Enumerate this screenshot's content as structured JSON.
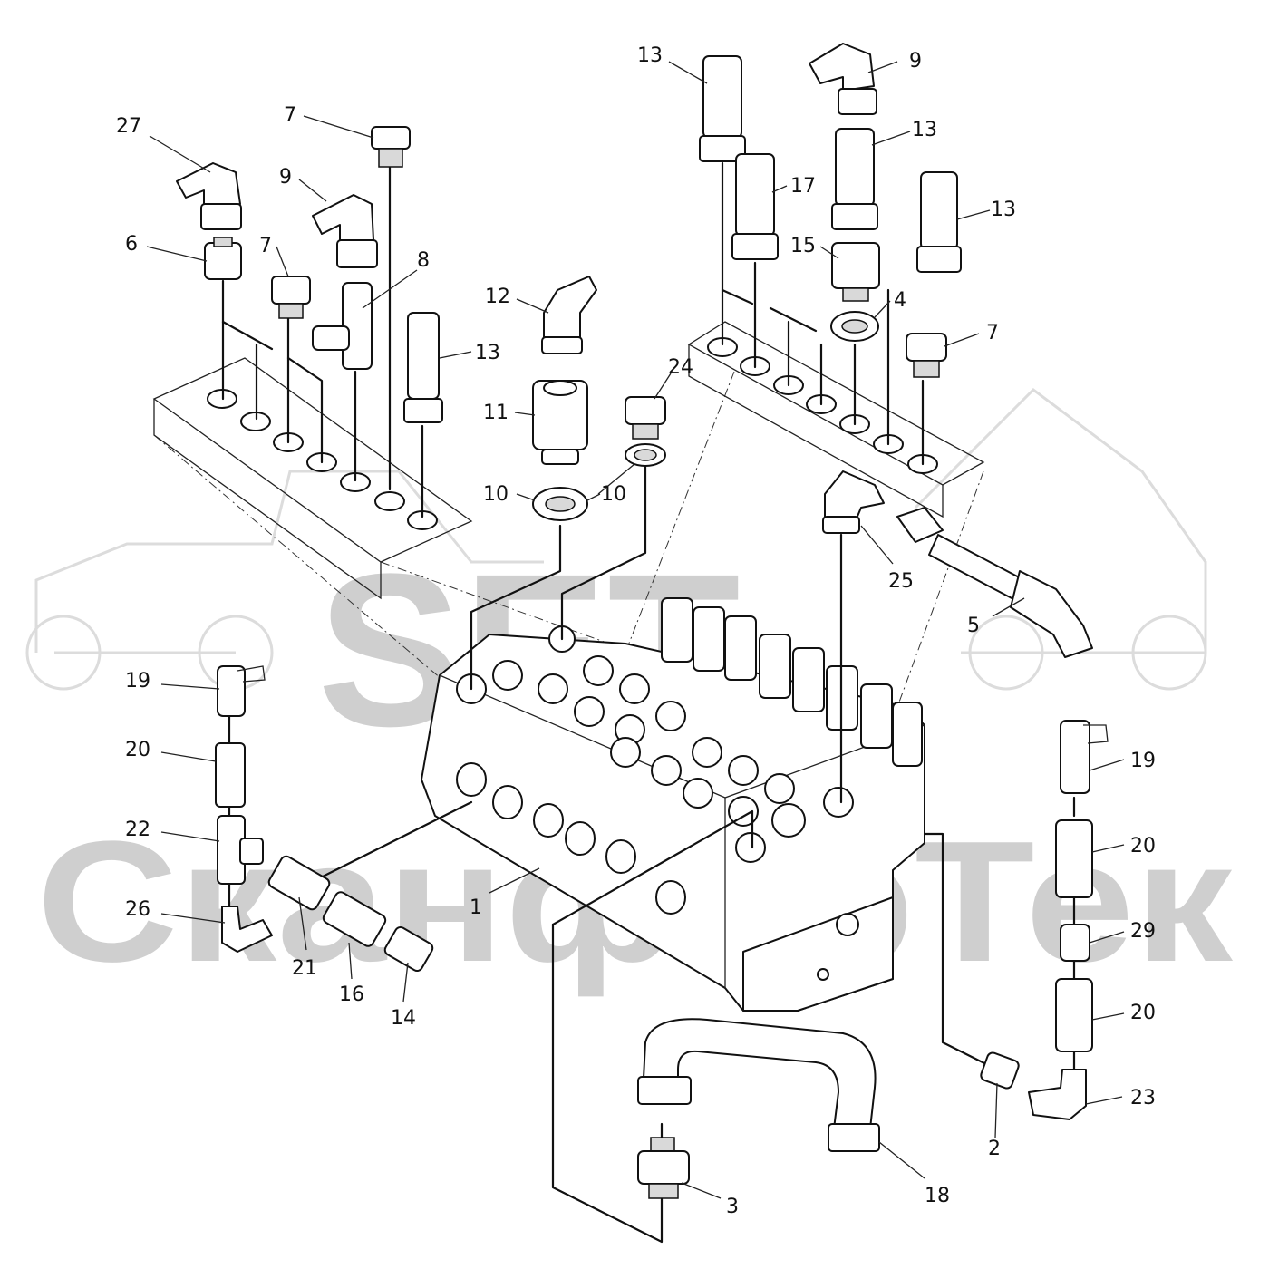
{
  "watermark": {
    "logo_text": "SET",
    "company_text": "СканфорТек",
    "color": "#cfcfcf"
  },
  "callouts": [
    {
      "id": "c13a",
      "label": "13"
    },
    {
      "id": "c9a",
      "label": "9"
    },
    {
      "id": "c13b",
      "label": "13"
    },
    {
      "id": "c17",
      "label": "17"
    },
    {
      "id": "c13c",
      "label": "13"
    },
    {
      "id": "c15",
      "label": "15"
    },
    {
      "id": "c4",
      "label": "4"
    },
    {
      "id": "c7c",
      "label": "7"
    },
    {
      "id": "c27",
      "label": "27"
    },
    {
      "id": "c7a",
      "label": "7"
    },
    {
      "id": "c9b",
      "label": "9"
    },
    {
      "id": "c6",
      "label": "6"
    },
    {
      "id": "c7b",
      "label": "7"
    },
    {
      "id": "c8",
      "label": "8"
    },
    {
      "id": "c12",
      "label": "12"
    },
    {
      "id": "c13d",
      "label": "13"
    },
    {
      "id": "c24",
      "label": "24"
    },
    {
      "id": "c11",
      "label": "11"
    },
    {
      "id": "c10a",
      "label": "10"
    },
    {
      "id": "c10b",
      "label": "10"
    },
    {
      "id": "c25",
      "label": "25"
    },
    {
      "id": "c5",
      "label": "5"
    },
    {
      "id": "c19a",
      "label": "19"
    },
    {
      "id": "c20a",
      "label": "20"
    },
    {
      "id": "c22",
      "label": "22"
    },
    {
      "id": "c26",
      "label": "26"
    },
    {
      "id": "c21",
      "label": "21"
    },
    {
      "id": "c16",
      "label": "16"
    },
    {
      "id": "c14",
      "label": "14"
    },
    {
      "id": "c1",
      "label": "1"
    },
    {
      "id": "c19b",
      "label": "19"
    },
    {
      "id": "c20b",
      "label": "20"
    },
    {
      "id": "c29",
      "label": "29"
    },
    {
      "id": "c20c",
      "label": "20"
    },
    {
      "id": "c23",
      "label": "23"
    },
    {
      "id": "c2",
      "label": "2"
    },
    {
      "id": "c3",
      "label": "3"
    },
    {
      "id": "c18",
      "label": "18"
    }
  ]
}
